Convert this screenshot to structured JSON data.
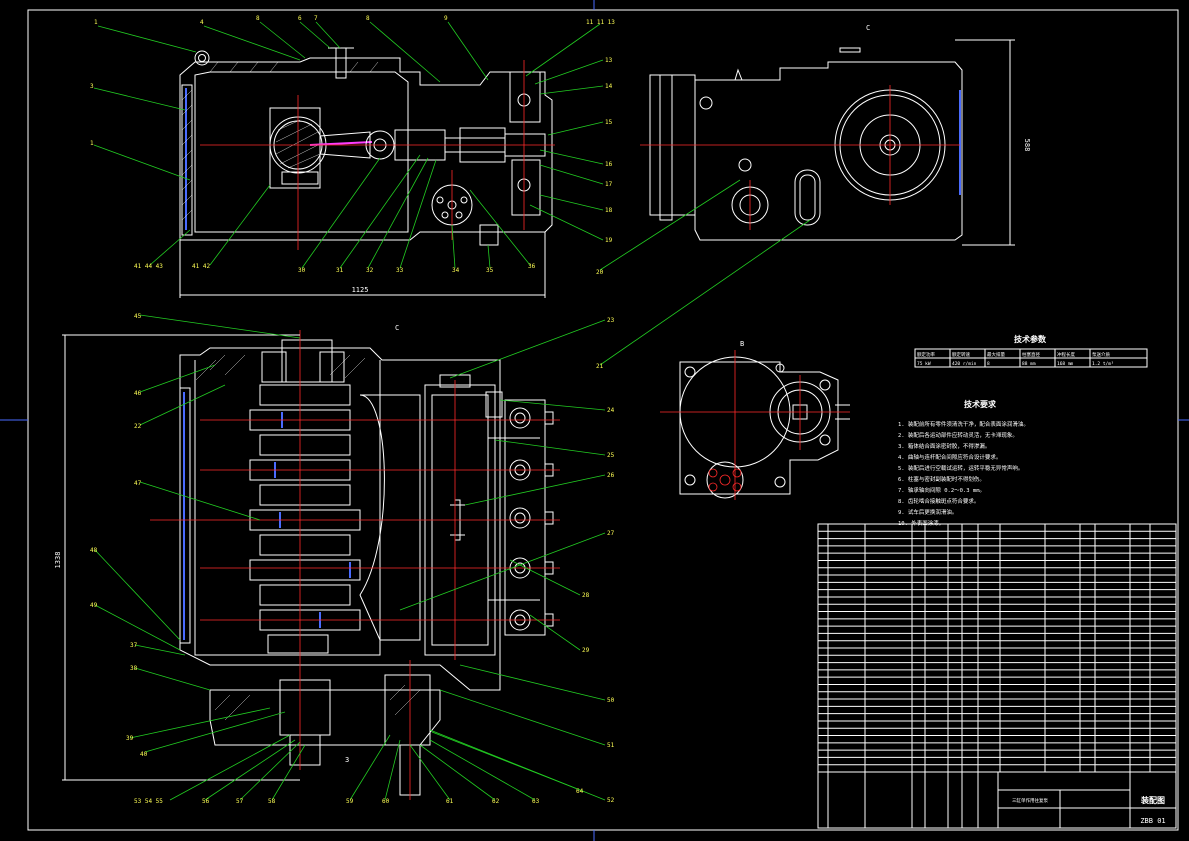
{
  "dimensions": {
    "front_width": "1125",
    "front_height": "1338",
    "side_height": "588"
  },
  "view_labels": {
    "section_top": "C",
    "view_b": "B",
    "section_left": "C",
    "arrow_bottom": "3"
  },
  "params_table": {
    "title": "技术参数",
    "headers": [
      "额定功率",
      "额定转速",
      "最大排量",
      "柱塞直径",
      "冲程长度",
      "泵送介质"
    ],
    "values": [
      "75 kW",
      "420 r/min",
      "8",
      "88 mm",
      "168 mm",
      "1.2 t/m³"
    ]
  },
  "requirements": {
    "title": "技术要求",
    "items": [
      "1. 装配前所有零件须清洗干净，配合表面涂润滑油。",
      "2. 装配后各运动部件应转动灵活，无卡滞现象。",
      "3. 箱体结合面涂密封胶，不得渗漏。",
      "4. 曲轴与连杆配合间隙应符合设计要求。",
      "5. 装配后进行空载试运转，运转平稳无异常声响。",
      "6. 柱塞与密封副装配时不得划伤。",
      "7. 轴承轴向间隙 0.2～0.3 mm。",
      "8. 齿轮啮合接触斑点符合要求。",
      "9. 试车后更换润滑油。",
      "10. 外表面涂漆。"
    ]
  },
  "title_block": {
    "drawing_title": "装配图",
    "drawing_no": "ZBB 01",
    "company": "三缸单作用往复泵"
  }
}
